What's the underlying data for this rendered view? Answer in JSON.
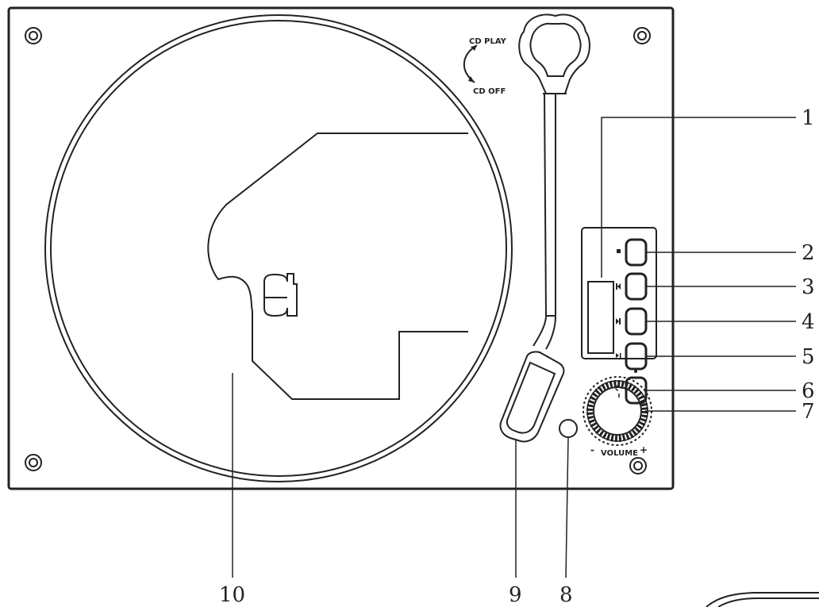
{
  "colors": {
    "ink": "#222222",
    "paper": "#ffffff"
  },
  "labels": {
    "cd_play": "CD PLAY",
    "cd_off": "CD OFF",
    "volume": "VOLUME",
    "vol_minus": "-",
    "vol_plus": "+"
  },
  "callouts": [
    {
      "id": "1",
      "label": "1"
    },
    {
      "id": "2",
      "label": "2"
    },
    {
      "id": "3",
      "label": "3"
    },
    {
      "id": "4",
      "label": "4"
    },
    {
      "id": "5",
      "label": "5"
    },
    {
      "id": "6",
      "label": "6"
    },
    {
      "id": "7",
      "label": "7"
    },
    {
      "id": "8",
      "label": "8"
    },
    {
      "id": "9",
      "label": "9"
    },
    {
      "id": "10",
      "label": "10"
    }
  ],
  "icons": {
    "button_2": "stop-icon",
    "button_3": "previous-icon",
    "button_4": "next-icon",
    "button_5": "play-pause-icon",
    "button_6": "program-icon"
  }
}
